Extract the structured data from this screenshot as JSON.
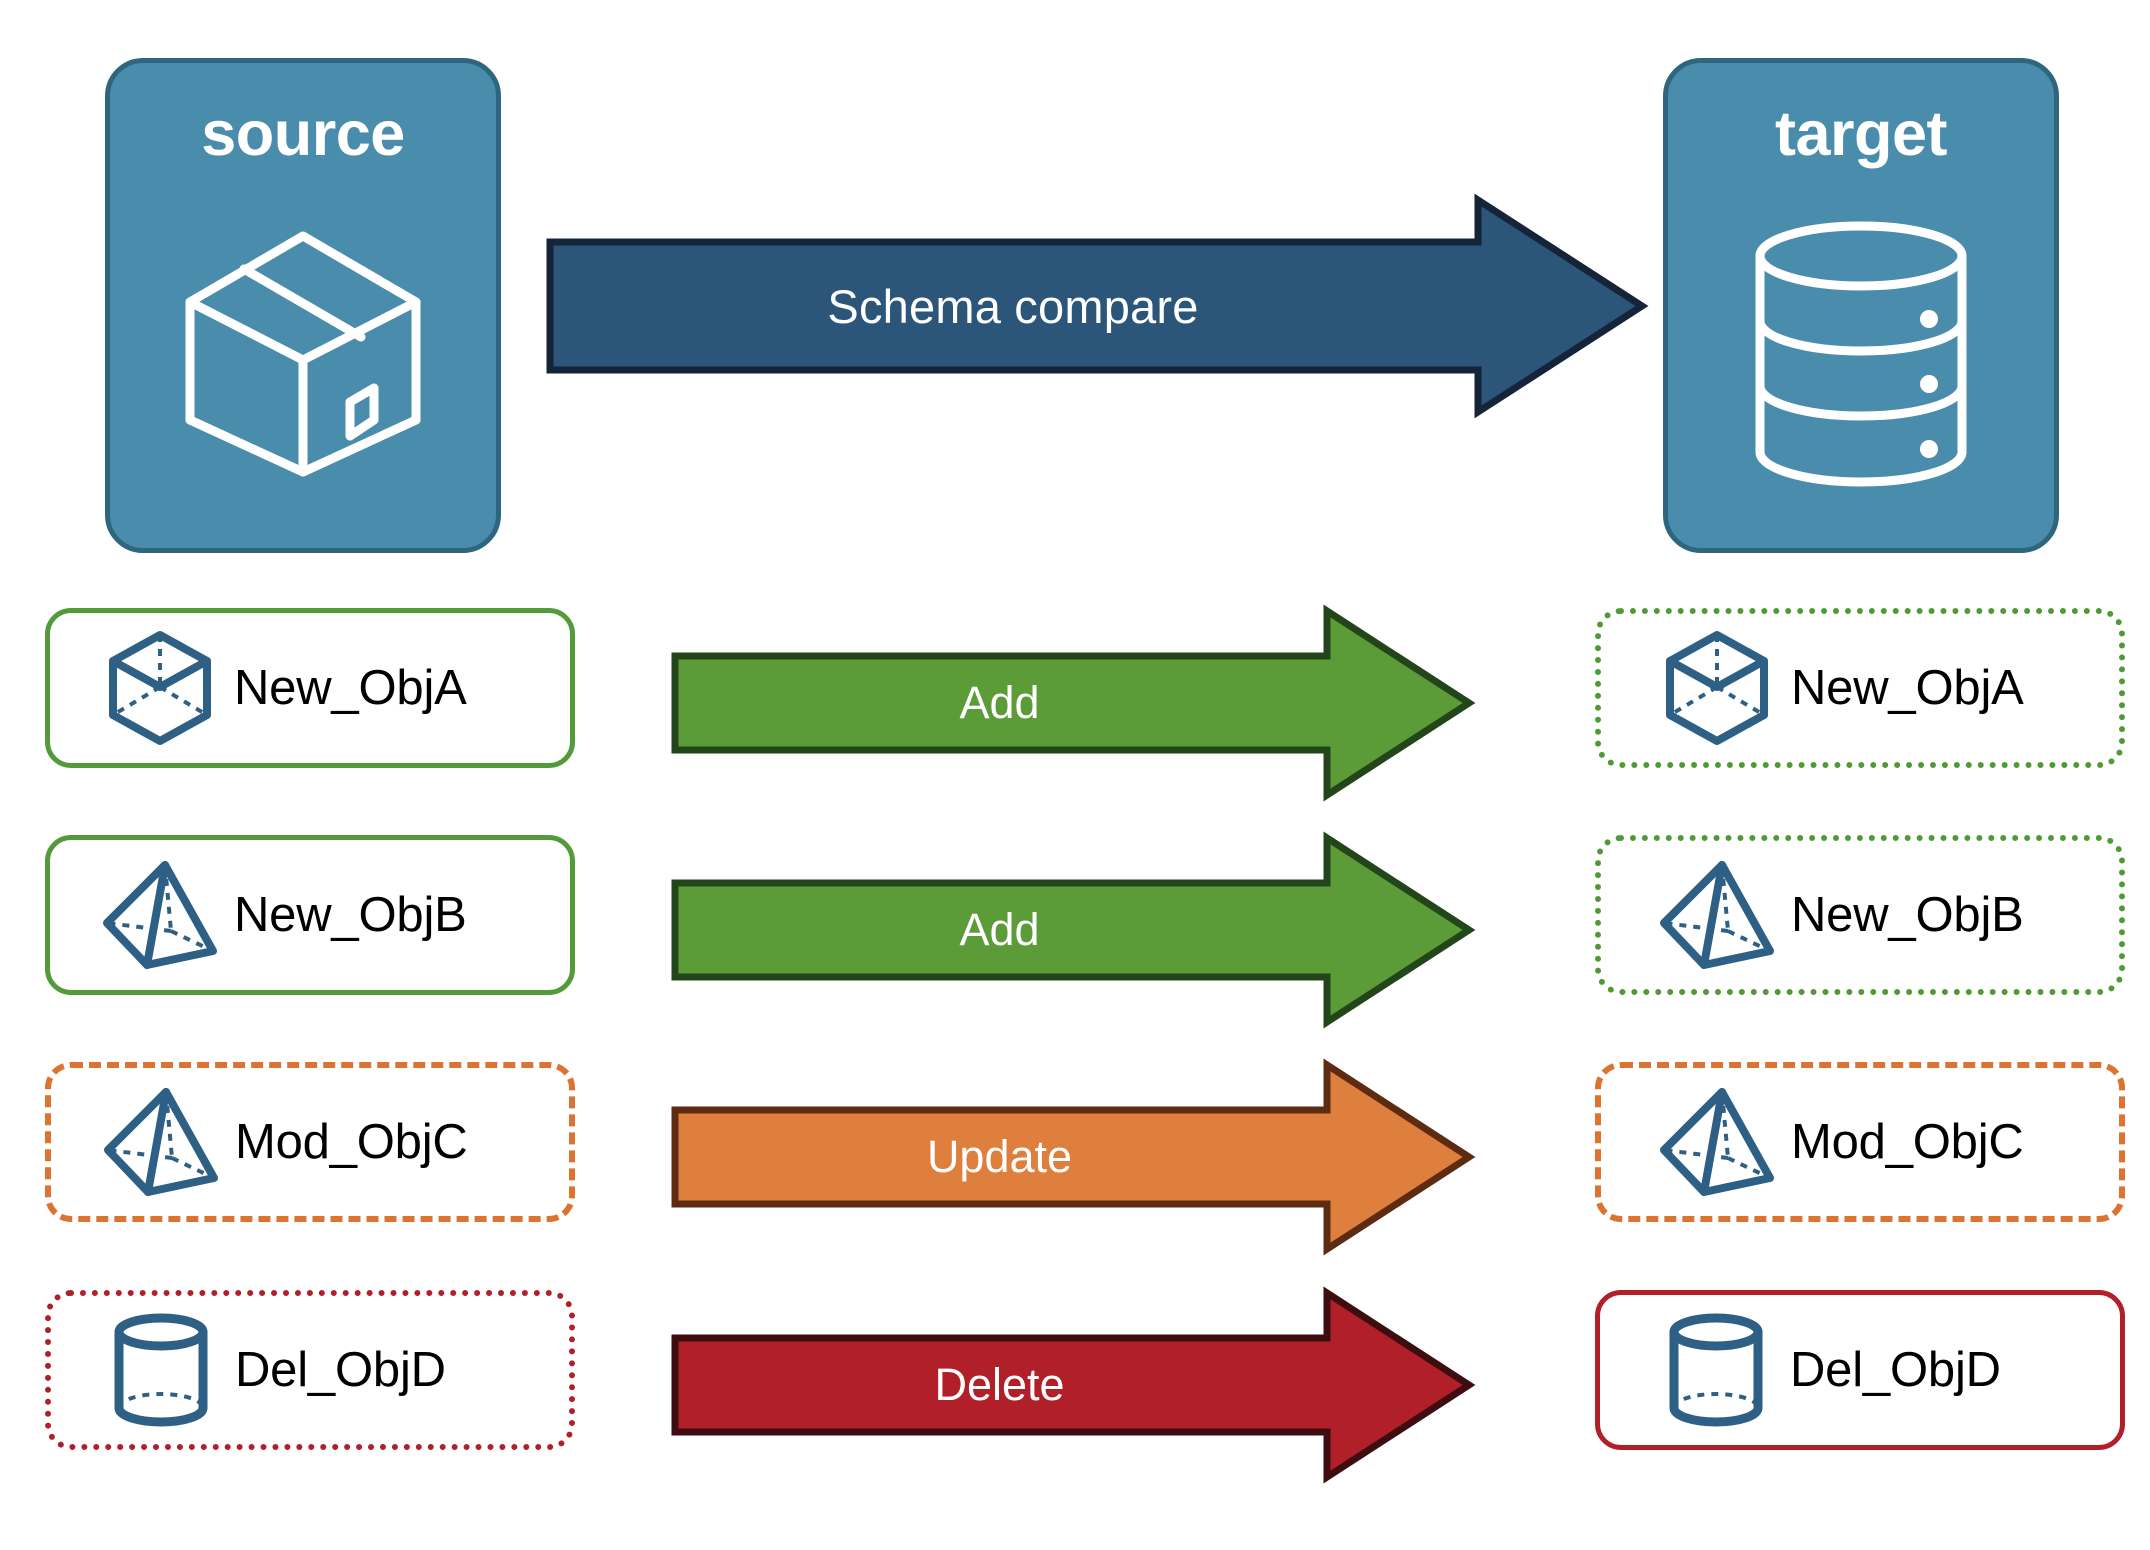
{
  "colors": {
    "endpoint_fill": "#4a8cab",
    "endpoint_stroke": "#2e6680",
    "compare_arrow_fill": "#2b5579",
    "compare_arrow_stroke": "#16243a",
    "add_fill": "#5b9b38",
    "add_stroke": "#23451a",
    "update_fill": "#df7f3d",
    "update_stroke": "#5d2b12",
    "delete_fill": "#b12029",
    "delete_stroke": "#3d0d10",
    "object_icon": "#2e5f85",
    "green_border": "#539b3a",
    "orange_border": "#dd7330",
    "red_border": "#b12029",
    "label_text": "#000000",
    "arrow_text": "#ffffff"
  },
  "endpoints": {
    "source": {
      "title": "source",
      "icon": "package-box-icon"
    },
    "target": {
      "title": "target",
      "icon": "database-cylinder-icon"
    }
  },
  "compare": {
    "label": "Schema compare",
    "name": "schema-compare-arrow"
  },
  "rows": [
    {
      "action": "Add",
      "action_kind": "add",
      "source": {
        "label": "New_ObjA",
        "icon": "wireframe-cube-icon",
        "border": "solid-green"
      },
      "target": {
        "label": "New_ObjA",
        "icon": "wireframe-cube-icon",
        "border": "dotted-green"
      }
    },
    {
      "action": "Add",
      "action_kind": "add",
      "source": {
        "label": "New_ObjB",
        "icon": "wireframe-pyramid-icon",
        "border": "solid-green"
      },
      "target": {
        "label": "New_ObjB",
        "icon": "wireframe-pyramid-icon",
        "border": "dotted-green"
      }
    },
    {
      "action": "Update",
      "action_kind": "update",
      "source": {
        "label": "Mod_ObjC",
        "icon": "wireframe-pyramid-icon",
        "border": "dashed-orange"
      },
      "target": {
        "label": "Mod_ObjC",
        "icon": "wireframe-pyramid-icon",
        "border": "dashed-orange"
      }
    },
    {
      "action": "Delete",
      "action_kind": "delete",
      "source": {
        "label": "Del_ObjD",
        "icon": "wireframe-cylinder-icon",
        "border": "dotted-red"
      },
      "target": {
        "label": "Del_ObjD",
        "icon": "wireframe-cylinder-icon",
        "border": "solid-red"
      }
    }
  ]
}
